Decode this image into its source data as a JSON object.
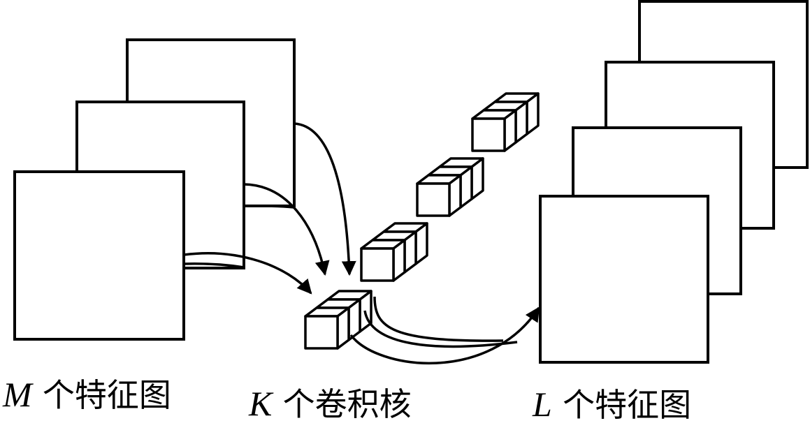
{
  "labels": {
    "input": {
      "var": "M",
      "text": "个特征图"
    },
    "kernels": {
      "var": "K",
      "text": "个卷积核"
    },
    "output": {
      "var": "L",
      "text": "个特征图"
    }
  },
  "colors": {
    "stroke": "#000000",
    "fill": "#ffffff"
  }
}
